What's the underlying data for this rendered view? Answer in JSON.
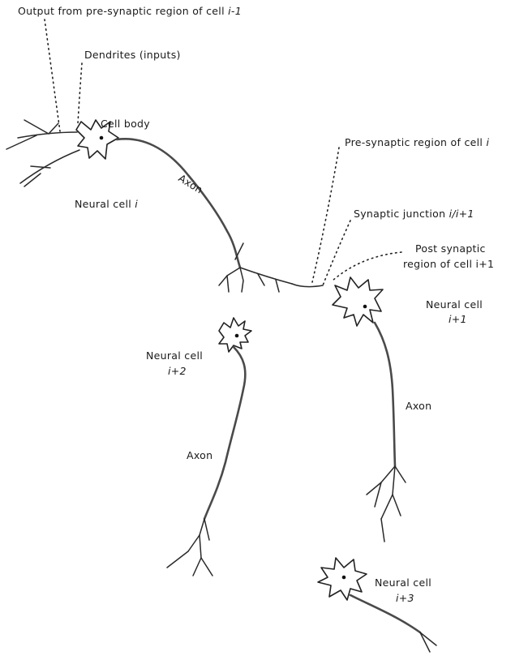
{
  "labels": {
    "output_from_pre": "Output from pre-synaptic region of cell ",
    "output_from_pre_var": "i-1",
    "dendrites": "Dendrites (inputs)",
    "cell_body": "Cell body",
    "axon_1": "Axon",
    "neural_cell_i": "Neural cell ",
    "neural_cell_i_var": "i",
    "pre_synaptic_region": "Pre-synaptic region of cell ",
    "pre_synaptic_region_var": "i",
    "synaptic_junction": "Synaptic junction ",
    "synaptic_junction_var": "i/i+1",
    "post_synaptic_line1": "Post synaptic",
    "post_synaptic_line2": "region of cell i+1",
    "neural_cell_i1_line1": "Neural cell",
    "neural_cell_i1_line2": "i+1",
    "axon_2": "Axon",
    "neural_cell_i2_line1": "Neural cell",
    "neural_cell_i2_line2": "i+2",
    "axon_3": "Axon",
    "neural_cell_i3_line1": "Neural cell",
    "neural_cell_i3_line2": "i+3"
  },
  "colors": {
    "ink": "#1a1a1a",
    "axon_gray": "#4a4a4a",
    "background": "#ffffff"
  }
}
